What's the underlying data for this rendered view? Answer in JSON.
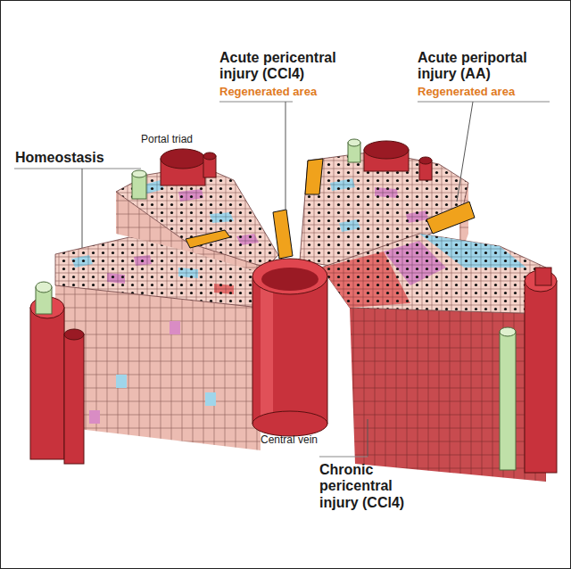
{
  "diagram": {
    "labels": [
      "Acute pericentral injury (CCl4)",
      "Regenerated area",
      "Acute periportal injury (AA)",
      "Regenerated area",
      "Portal triad",
      "Homeostasis",
      "Central vein",
      "Chronic pericentral injury (CCl4)"
    ]
  }
}
